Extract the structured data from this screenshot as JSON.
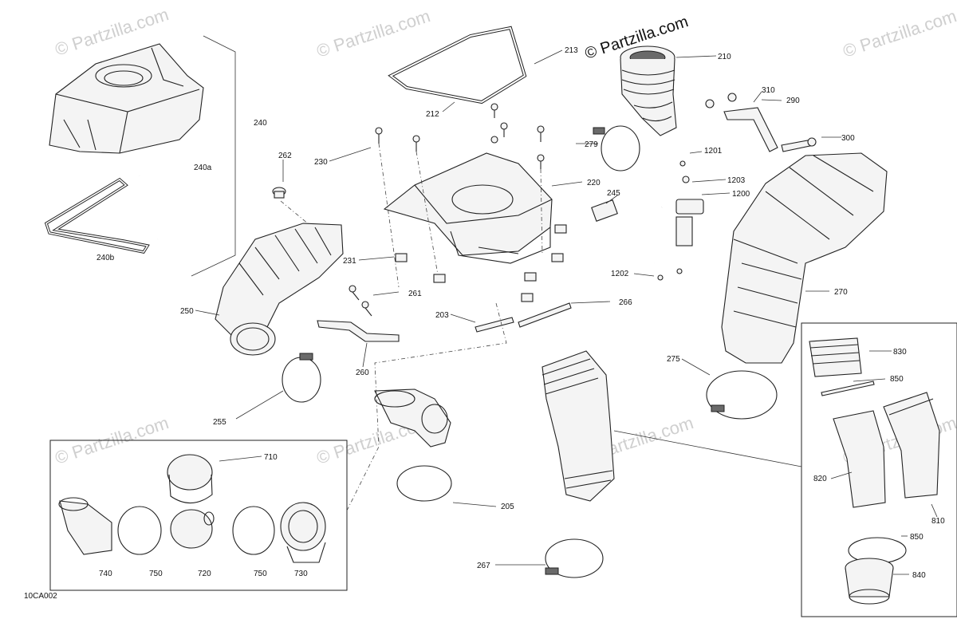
{
  "diagram": {
    "copyright": "© Partzilla.com",
    "watermark": "© Partzilla.com",
    "figure_code": "10CA002",
    "part_numbers": {
      "p210": "210",
      "p213": "213",
      "p212": "212",
      "p240": "240",
      "p240a": "240a",
      "p240b": "240b",
      "p262": "262",
      "p230": "230",
      "p279": "279",
      "p220": "220",
      "p245": "245",
      "p310": "310",
      "p290": "290",
      "p300": "300",
      "p1201": "1201",
      "p1203": "1203",
      "p1200": "1200",
      "p1202": "1202",
      "p231": "231",
      "p261": "261",
      "p250": "250",
      "p203": "203",
      "p266": "266",
      "p270": "270",
      "p260": "260",
      "p255": "255",
      "p275": "275",
      "p830": "830",
      "p850a": "850",
      "p820": "820",
      "p810": "810",
      "p850b": "850",
      "p840": "840",
      "p205": "205",
      "p267": "267",
      "p710": "710",
      "p740": "740",
      "p750a": "750",
      "p720": "720",
      "p750b": "750",
      "p730": "730"
    }
  }
}
